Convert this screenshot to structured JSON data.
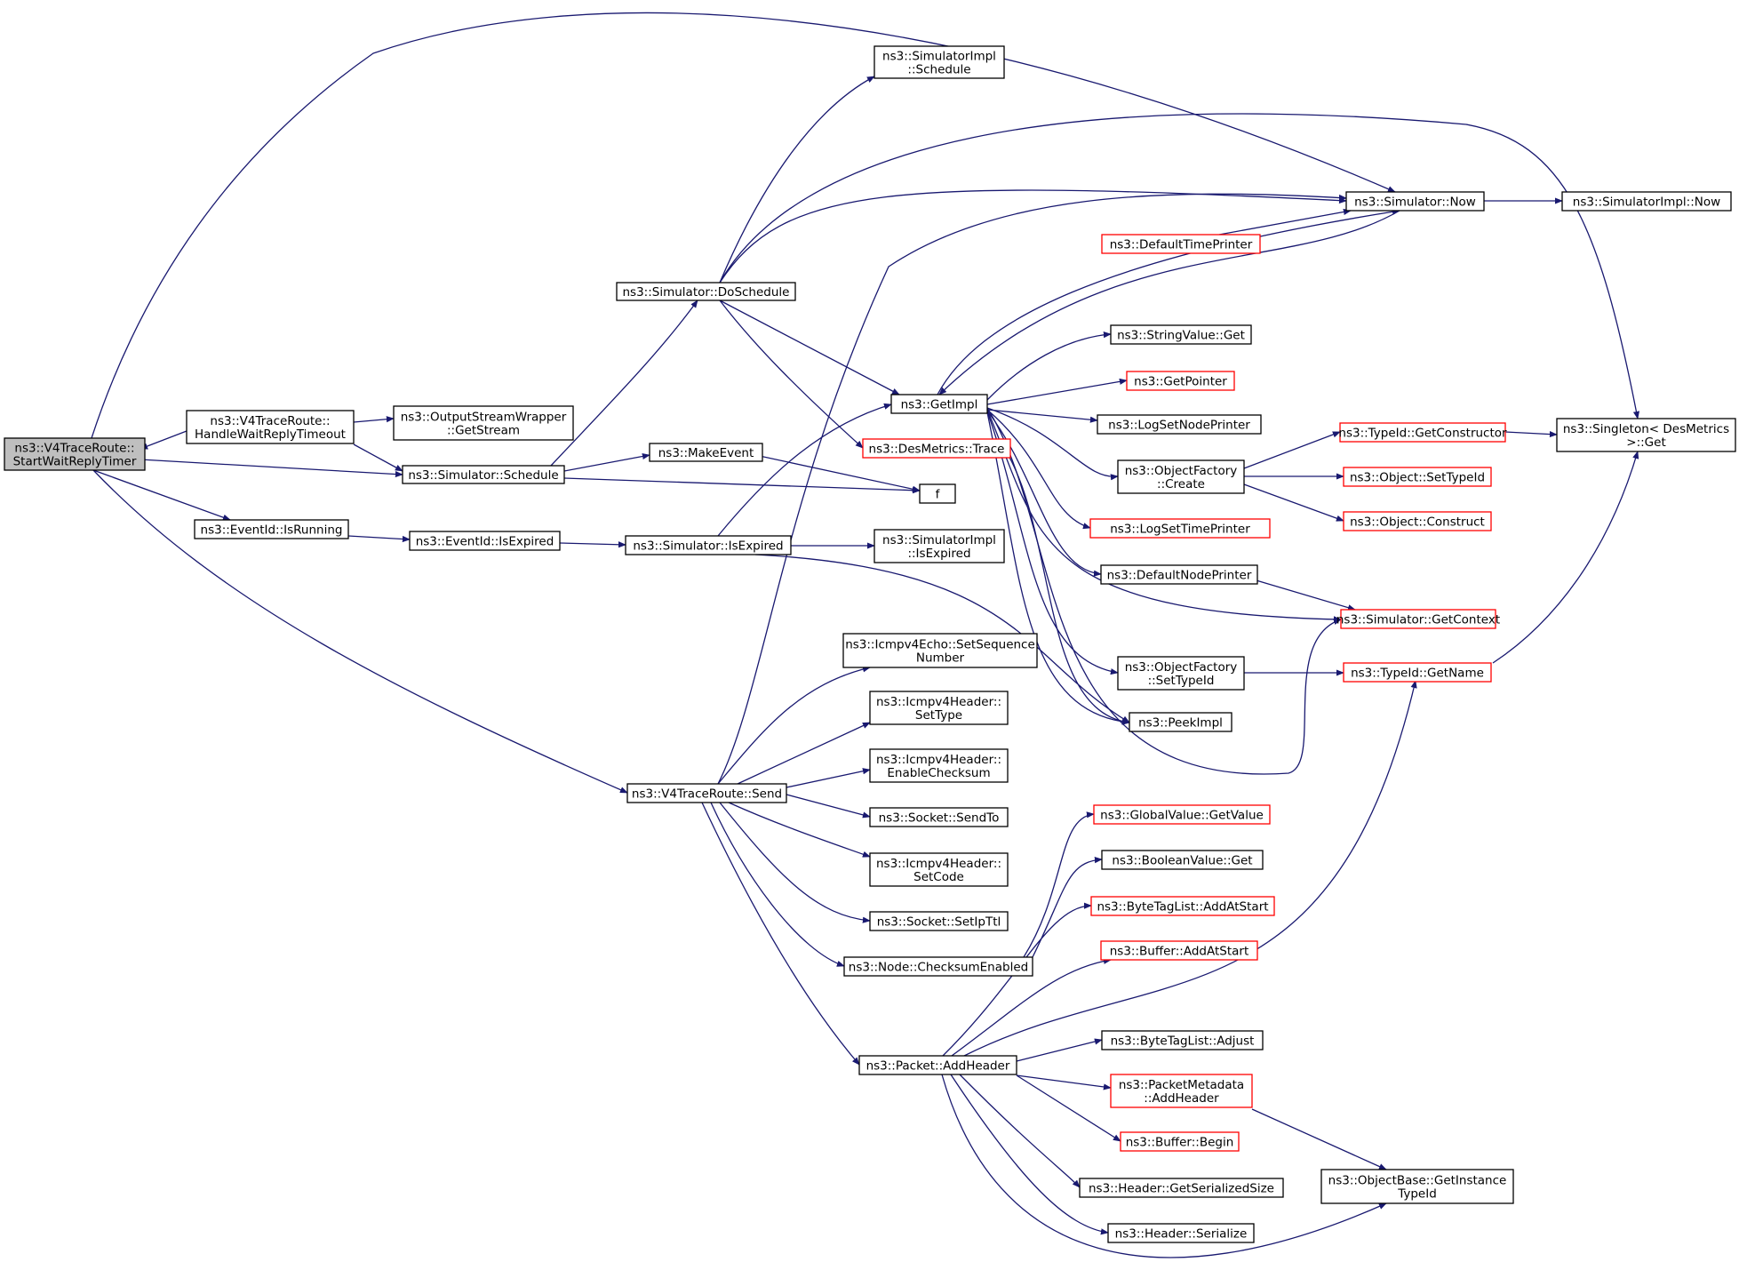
{
  "colors": {
    "edge": "#191970",
    "box_border": "#000000",
    "box_border_undocumented": "#ff0000",
    "root_fill": "#bfbfbf",
    "background": "#ffffff"
  },
  "nodes": [
    {
      "id": "root",
      "lines": [
        "ns3::V4TraceRoute::",
        "StartWaitReplyTimer"
      ],
      "style": "root"
    },
    {
      "id": "handle",
      "lines": [
        "ns3::V4TraceRoute::",
        "HandleWaitReplyTimeout"
      ],
      "style": "normal"
    },
    {
      "id": "getstream",
      "lines": [
        "ns3::OutputStreamWrapper",
        "::GetStream"
      ],
      "style": "normal"
    },
    {
      "id": "sched",
      "lines": [
        "ns3::Simulator::Schedule"
      ],
      "style": "normal"
    },
    {
      "id": "dosched",
      "lines": [
        "ns3::Simulator::DoSchedule"
      ],
      "style": "normal"
    },
    {
      "id": "implsched",
      "lines": [
        "ns3::SimulatorImpl",
        "::Schedule"
      ],
      "style": "normal"
    },
    {
      "id": "makeevent",
      "lines": [
        "ns3::MakeEvent"
      ],
      "style": "normal"
    },
    {
      "id": "f",
      "lines": [
        "f"
      ],
      "style": "normal"
    },
    {
      "id": "isrunning",
      "lines": [
        "ns3::EventId::IsRunning"
      ],
      "style": "normal"
    },
    {
      "id": "isexpired",
      "lines": [
        "ns3::EventId::IsExpired"
      ],
      "style": "normal"
    },
    {
      "id": "simexpired",
      "lines": [
        "ns3::Simulator::IsExpired"
      ],
      "style": "normal"
    },
    {
      "id": "implexpired",
      "lines": [
        "ns3::SimulatorImpl",
        "::IsExpired"
      ],
      "style": "normal"
    },
    {
      "id": "getimpl",
      "lines": [
        "ns3::GetImpl"
      ],
      "style": "normal"
    },
    {
      "id": "trace",
      "lines": [
        "ns3::DesMetrics::Trace"
      ],
      "style": "red"
    },
    {
      "id": "now",
      "lines": [
        "ns3::Simulator::Now"
      ],
      "style": "normal"
    },
    {
      "id": "implnow",
      "lines": [
        "ns3::SimulatorImpl::Now"
      ],
      "style": "normal"
    },
    {
      "id": "deftime",
      "lines": [
        "ns3::DefaultTimePrinter"
      ],
      "style": "red"
    },
    {
      "id": "stringget",
      "lines": [
        "ns3::StringValue::Get"
      ],
      "style": "normal"
    },
    {
      "id": "getpointer",
      "lines": [
        "ns3::GetPointer"
      ],
      "style": "red"
    },
    {
      "id": "lognode",
      "lines": [
        "ns3::LogSetNodePrinter"
      ],
      "style": "normal"
    },
    {
      "id": "ofcreate",
      "lines": [
        "ns3::ObjectFactory",
        "::Create"
      ],
      "style": "normal"
    },
    {
      "id": "logtime",
      "lines": [
        "ns3::LogSetTimePrinter"
      ],
      "style": "red"
    },
    {
      "id": "defnode",
      "lines": [
        "ns3::DefaultNodePrinter"
      ],
      "style": "normal"
    },
    {
      "id": "ofsettype",
      "lines": [
        "ns3::ObjectFactory",
        "::SetTypeId"
      ],
      "style": "normal"
    },
    {
      "id": "peekimpl",
      "lines": [
        "ns3::PeekImpl"
      ],
      "style": "normal"
    },
    {
      "id": "getctor",
      "lines": [
        "ns3::TypeId::GetConstructor"
      ],
      "style": "red"
    },
    {
      "id": "objsettype",
      "lines": [
        "ns3::Object::SetTypeId"
      ],
      "style": "red"
    },
    {
      "id": "construct",
      "lines": [
        "ns3::Object::Construct"
      ],
      "style": "red"
    },
    {
      "id": "getcontext",
      "lines": [
        "ns3::Simulator::GetContext"
      ],
      "style": "red"
    },
    {
      "id": "getname",
      "lines": [
        "ns3::TypeId::GetName"
      ],
      "style": "red"
    },
    {
      "id": "singleton",
      "lines": [
        "ns3::Singleton< DesMetrics",
        ">::Get"
      ],
      "style": "normal"
    },
    {
      "id": "send",
      "lines": [
        "ns3::V4TraceRoute::Send"
      ],
      "style": "normal"
    },
    {
      "id": "setseq",
      "lines": [
        "ns3::Icmpv4Echo::SetSequence",
        "Number"
      ],
      "style": "normal"
    },
    {
      "id": "settype",
      "lines": [
        "ns3::Icmpv4Header::",
        "SetType"
      ],
      "style": "normal"
    },
    {
      "id": "enablecs",
      "lines": [
        "ns3::Icmpv4Header::",
        "EnableChecksum"
      ],
      "style": "normal"
    },
    {
      "id": "sendto",
      "lines": [
        "ns3::Socket::SendTo"
      ],
      "style": "normal"
    },
    {
      "id": "setcode",
      "lines": [
        "ns3::Icmpv4Header::",
        "SetCode"
      ],
      "style": "normal"
    },
    {
      "id": "setipttl",
      "lines": [
        "ns3::Socket::SetIpTtl"
      ],
      "style": "normal"
    },
    {
      "id": "csenabled",
      "lines": [
        "ns3::Node::ChecksumEnabled"
      ],
      "style": "normal"
    },
    {
      "id": "getvalue",
      "lines": [
        "ns3::GlobalValue::GetValue"
      ],
      "style": "red"
    },
    {
      "id": "boolget",
      "lines": [
        "ns3::BooleanValue::Get"
      ],
      "style": "normal"
    },
    {
      "id": "addheader",
      "lines": [
        "ns3::Packet::AddHeader"
      ],
      "style": "normal"
    },
    {
      "id": "btaddstart",
      "lines": [
        "ns3::ByteTagList::AddAtStart"
      ],
      "style": "red"
    },
    {
      "id": "bufaddstart",
      "lines": [
        "ns3::Buffer::AddAtStart"
      ],
      "style": "red"
    },
    {
      "id": "btadjust",
      "lines": [
        "ns3::ByteTagList::Adjust"
      ],
      "style": "normal"
    },
    {
      "id": "pmaddheader",
      "lines": [
        "ns3::PacketMetadata",
        "::AddHeader"
      ],
      "style": "red"
    },
    {
      "id": "bufbegin",
      "lines": [
        "ns3::Buffer::Begin"
      ],
      "style": "red"
    },
    {
      "id": "hdrsize",
      "lines": [
        "ns3::Header::GetSerializedSize"
      ],
      "style": "normal"
    },
    {
      "id": "hdrser",
      "lines": [
        "ns3::Header::Serialize"
      ],
      "style": "normal"
    },
    {
      "id": "getinst",
      "lines": [
        "ns3::ObjectBase::GetInstance",
        "TypeId"
      ],
      "style": "normal"
    }
  ]
}
